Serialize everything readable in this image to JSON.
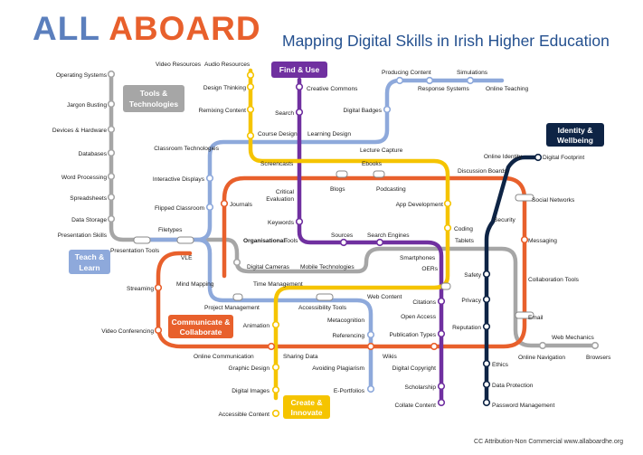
{
  "header": {
    "title_part1": "ALL",
    "title_part2": "ABOARD",
    "subtitle": "Mapping Digital Skills in Irish Higher Education"
  },
  "footer": {
    "credit": "CC Attribution-Non Commercial www.allaboardhe.org"
  },
  "colors": {
    "tools_and_technologies": "#a6a6a6",
    "find_and_use": "#7030a0",
    "teach_and_learn": "#8ea9db",
    "identity_and_wellbeing": "#0e2445",
    "communicate_and_collaborate": "#e8602c",
    "create_and_innovate": "#f5c400"
  },
  "lines": [
    {
      "id": "tools",
      "name_line1": "Tools &",
      "name_line2": "Technologies",
      "color": "#a6a6a6"
    },
    {
      "id": "find",
      "name_line1": "Find & Use",
      "name_line2": "",
      "color": "#7030a0"
    },
    {
      "id": "identity",
      "name_line1": "Identity &",
      "name_line2": "Wellbeing",
      "color": "#0e2445"
    },
    {
      "id": "teach",
      "name_line1": "Teach &",
      "name_line2": "Learn",
      "color": "#8ea9db"
    },
    {
      "id": "communicate",
      "name_line1": "Communicate &",
      "name_line2": "Collaborate",
      "color": "#e8602c"
    },
    {
      "id": "create",
      "name_line1": "Create &",
      "name_line2": "Innovate",
      "color": "#f5c400"
    }
  ],
  "stations": {
    "operating_systems": "Operating Systems",
    "jargon_busting": "Jargon Busting",
    "devices_hardware": "Devices & Hardware",
    "databases": "Databases",
    "word_processing": "Word Processing",
    "spreadsheets": "Spreadsheets",
    "data_storage": "Data Storage",
    "presentation_skills": "Presentation Skills",
    "presentation_tools": "Presentation Tools",
    "filetypes": "Filetypes",
    "vle": "VLE",
    "video_resources": "Video Resources",
    "audio_resources": "Audio Resources",
    "design_thinking": "Design Thinking",
    "remixing_content": "Remixing Content",
    "classroom_technologies": "Classroom Technologies",
    "course_design": "Course Design",
    "learning_design": "Learning Design",
    "lecture_capture": "Lecture Capture",
    "screencasts": "Screencasts",
    "interactive_displays": "Interactive Displays",
    "flipped_classroom": "Flipped Classroom",
    "journals": "Journals",
    "creative_commons": "Creative Commons",
    "search": "Search",
    "critical_evaluation_1": "Critical",
    "critical_evaluation_2": "Evaluation",
    "keywords": "Keywords",
    "sources": "Sources",
    "search_engines": "Search Engines",
    "producing_content": "Producing Content",
    "simulations": "Simulations",
    "response_systems": "Response Systems",
    "online_teaching": "Online Teaching",
    "digital_badges": "Digital Badges",
    "blogs": "Blogs",
    "ebooks": "Ebooks",
    "podcasting": "Podcasting",
    "app_development": "App Development",
    "coding": "Coding",
    "discussion_boards": "Discussion Boards",
    "online_identity": "Online Identity",
    "digital_footprint": "Digital Footprint",
    "social_networks": "Social Networks",
    "security": "Security",
    "messaging": "Messaging",
    "tablets": "Tablets",
    "smartphones": "Smartphones",
    "oers": "OERs",
    "organisational_tools_bold": "Organisational",
    "organisational_tools_rest": " Tools",
    "digital_cameras": "Digital Cameras",
    "mobile_technologies": "Mobile Technologies",
    "safety": "Safety",
    "collaboration_tools": "Collaboration Tools",
    "privacy": "Privacy",
    "email": "Email",
    "reputation": "Reputation",
    "web_mechanics": "Web Mechanics",
    "online_navigation": "Online Navigation",
    "browsers": "Browsers",
    "ethics": "Ethics",
    "data_protection": "Data Protection",
    "password_management": "Password Management",
    "streaming": "Streaming",
    "mind_mapping": "Mind Mapping",
    "time_management": "Time Management",
    "project_management": "Project Management",
    "accessibility_tools": "Accessibility Tools",
    "web_content": "Web Content",
    "citations": "Citations",
    "open_access": "Open Access",
    "publication_types": "Publication Types",
    "video_conferencing": "Video Conferencing",
    "animation": "Animation",
    "metacognition": "Metacognition",
    "referencing": "Referencing",
    "online_communication": "Online Communication",
    "sharing_data": "Sharing Data",
    "wikis": "Wikis",
    "graphic_design": "Graphic Design",
    "avoiding_plagiarism": "Avoiding Plagiarism",
    "digital_copyright": "Digital Copyright",
    "digital_images": "Digital Images",
    "e_portfolios": "E-Portfolios",
    "scholarship": "Scholarship",
    "accessible_content": "Accessible Content",
    "collate_content": "Collate Content"
  }
}
